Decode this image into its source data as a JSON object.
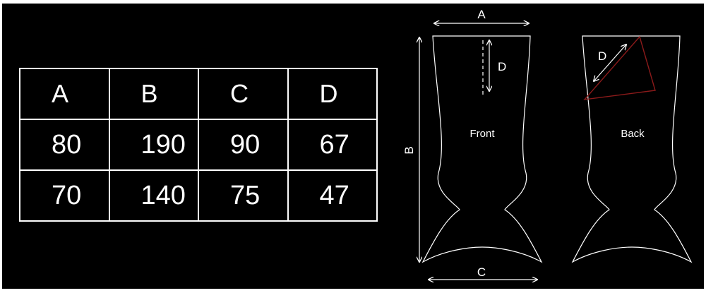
{
  "size_table": {
    "headers": [
      "A",
      "B",
      "C",
      "D"
    ],
    "rows": [
      [
        "80",
        "190",
        "90",
        "67"
      ],
      [
        "70",
        "140",
        "75",
        "47"
      ]
    ]
  },
  "diagram": {
    "front": {
      "label": "Front",
      "dim_a": "A",
      "dim_b": "B",
      "dim_c": "C",
      "dim_d": "D"
    },
    "back": {
      "label": "Back",
      "dim_d": "D",
      "highlight_color": "#8b1a1a"
    },
    "line_color": "#ffffff"
  }
}
